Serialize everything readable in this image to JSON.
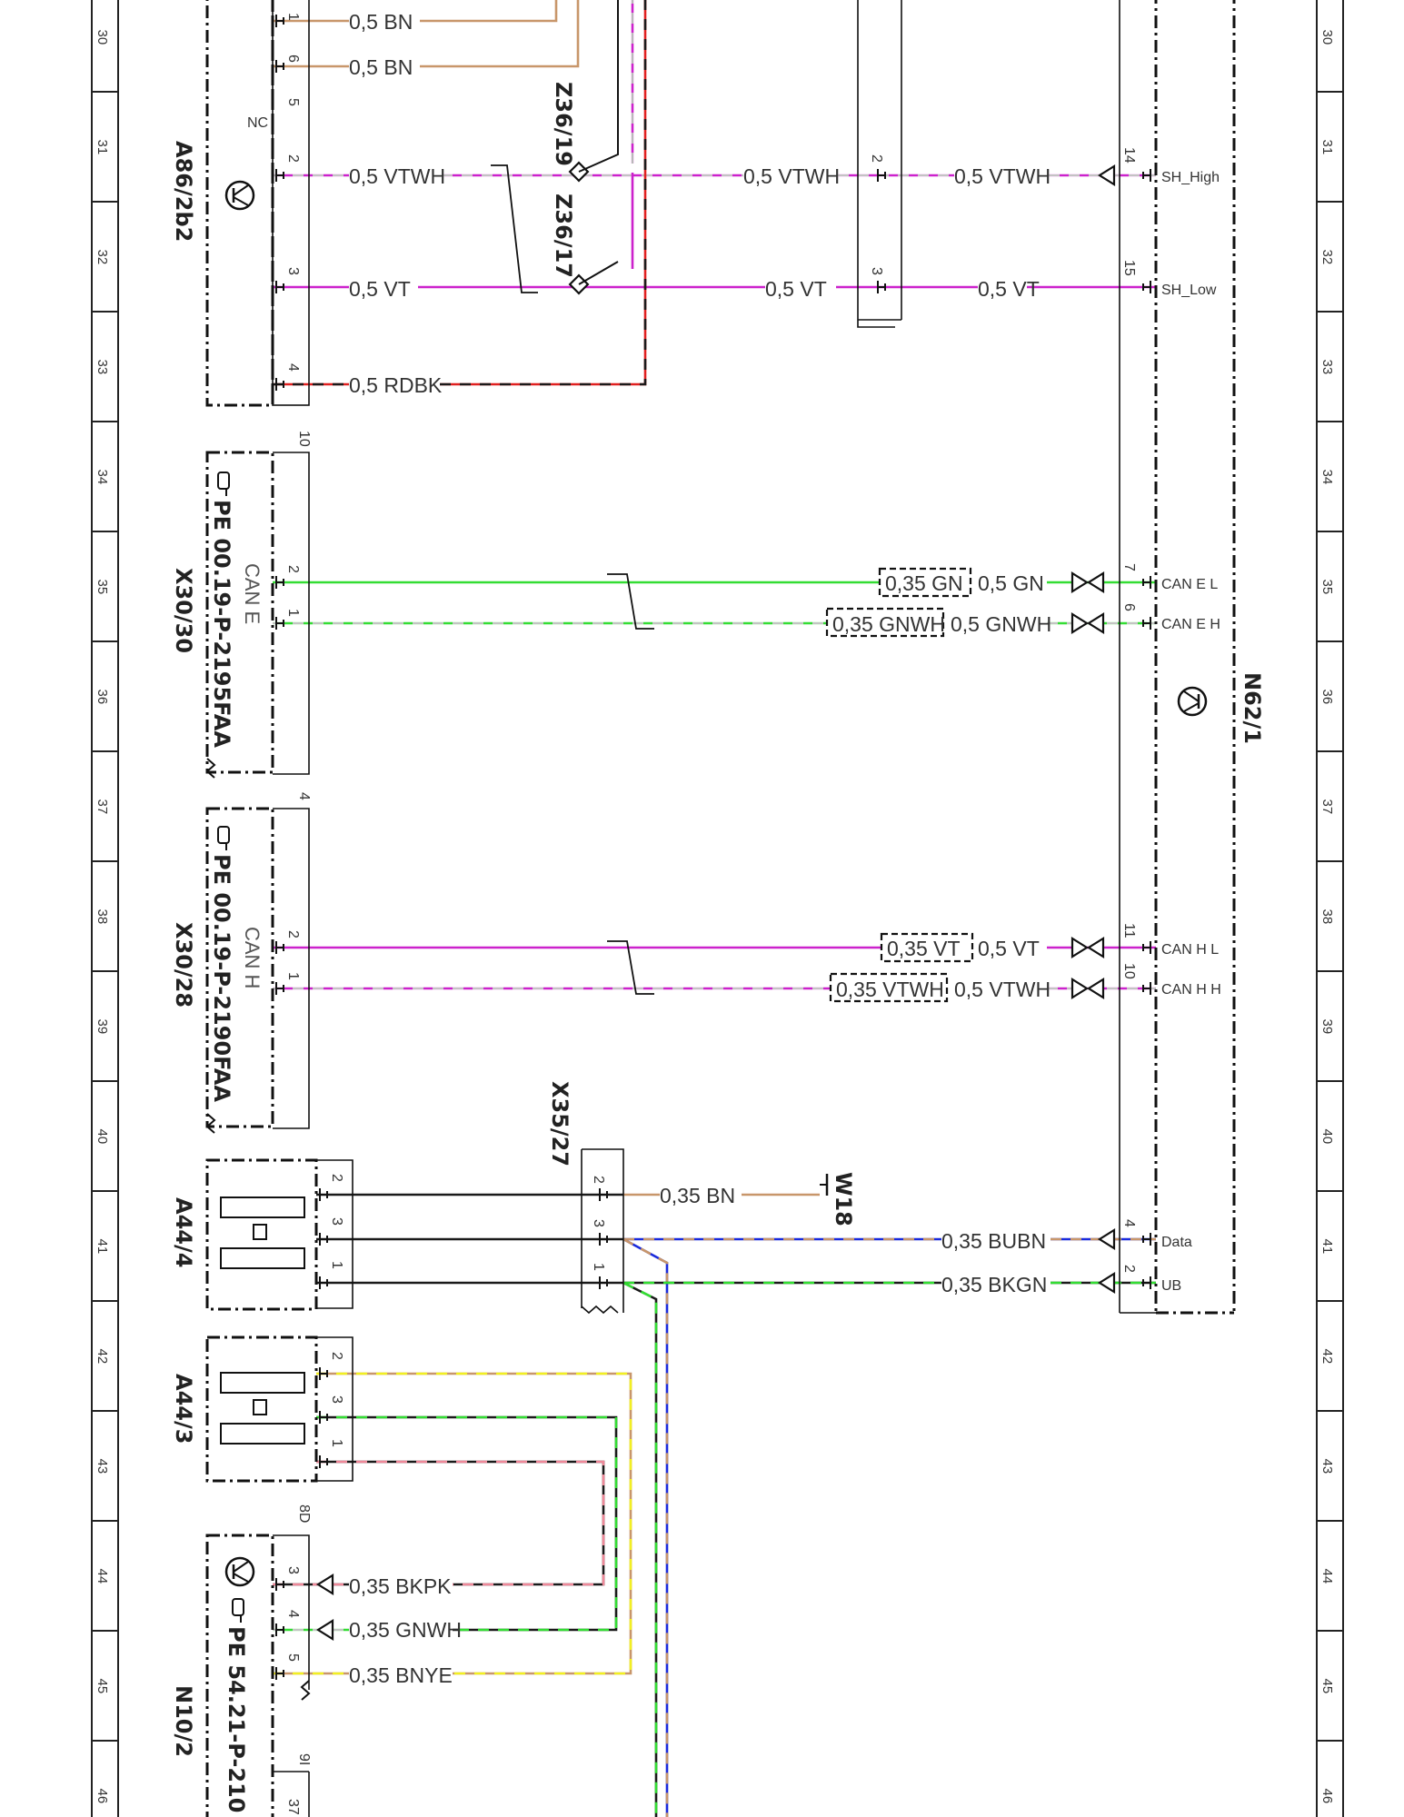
{
  "colors": {
    "BN": "#c8966a",
    "VT": "#cc22cc",
    "WH": "#ffffff",
    "RD": "#e02020",
    "BK": "#1a1a1a",
    "GN": "#33dd33",
    "BU": "#1a2adc",
    "YE": "#f2ef22",
    "PK": "#ee8899"
  },
  "ruler_rows": [
    "30",
    "31",
    "32",
    "33",
    "34",
    "35",
    "36",
    "37",
    "38",
    "39",
    "40",
    "41",
    "42",
    "43",
    "44",
    "45",
    "46"
  ],
  "components": {
    "A86_2b2": "A86/2b2",
    "Z36_19": "Z36/19",
    "Z36_17": "Z36/17",
    "X30_30": "X30/30",
    "X30_30_sub": "CAN E",
    "X30_30_ref": "PE 00.19-P-2195FAA",
    "X30_30_pins": "10",
    "X30_28": "X30/28",
    "X30_28_sub": "CAN H",
    "X30_28_ref": "PE 00.19-P-2190FAA",
    "X30_28_pins": "4",
    "N62_1": "N62/1",
    "X35_27": "X35/27",
    "W18": "W18",
    "A44_4": "A44/4",
    "A44_3": "A44/3",
    "N10_2": "N10/2",
    "N10_2_ref": "PE 54.21-P-210",
    "N10_2_pins": "8D",
    "N10_2_pins2": "9I",
    "NC": "NC"
  },
  "wires": [
    {
      "id": "w1",
      "label": "0,5 BN",
      "color": "BN",
      "pin": "1"
    },
    {
      "id": "w6",
      "label": "0,5 BN",
      "color": "BN",
      "pin": "6"
    },
    {
      "id": "w2",
      "label": "0,5 VTWH",
      "mid_label": "0,5 VTWH",
      "right_label": "0,5 VTWH",
      "color": "VTWH",
      "pin": "2",
      "mid_pin": "2",
      "right_pin": "14",
      "signal": "SH_High"
    },
    {
      "id": "w3",
      "label": "0,5 VT",
      "mid_label": "0,5 VT",
      "right_label": "0,5 VT",
      "color": "VT",
      "pin": "3",
      "mid_pin": "3",
      "right_pin": "15",
      "signal": "SH_Low"
    },
    {
      "id": "w4",
      "label": "0,5 RDBK",
      "color": "RDBK",
      "pin": "4"
    },
    {
      "id": "wcel",
      "box_label": "0,35 GN",
      "right_label": "0,5 GN",
      "color": "GN",
      "pin": "2",
      "right_pin": "7",
      "signal": "CAN E L"
    },
    {
      "id": "wceh",
      "box_label": "0,35 GNWH",
      "right_label": "0,5 GNWH",
      "color": "GNWH",
      "pin": "1",
      "right_pin": "6",
      "signal": "CAN E H"
    },
    {
      "id": "wchl",
      "box_label": "0,35 VT",
      "right_label": "0,5 VT",
      "color": "VT",
      "pin": "2",
      "right_pin": "11",
      "signal": "CAN H L"
    },
    {
      "id": "wchh",
      "box_label": "0,35 VTWH",
      "right_label": "0,5 VTWH",
      "color": "VTWH",
      "pin": "1",
      "right_pin": "10",
      "signal": "CAN H H"
    },
    {
      "id": "wbn35",
      "label": "0,35 BN",
      "color": "BN",
      "pin": "2"
    },
    {
      "id": "wdata",
      "label": "0,35 BUBN",
      "color": "BUBN",
      "pin": "3",
      "right_pin": "4",
      "signal": "Data"
    },
    {
      "id": "wub",
      "label": "0,35 BKGN",
      "color": "BKGN",
      "pin": "1",
      "right_pin": "2",
      "signal": "UB"
    },
    {
      "id": "wbkpk",
      "label": "0,35 BKPK",
      "color": "BKPK",
      "pin": "3"
    },
    {
      "id": "wgnwh",
      "label": "0,35 GNWH",
      "color": "GNWH",
      "pin": "4"
    },
    {
      "id": "wbnye",
      "label": "0,35 BNYE",
      "color": "BNYE",
      "pin": "5"
    }
  ],
  "misc_pins": {
    "a86_nc_pin": "5",
    "x35_pin_2": "2",
    "x35_pin_3": "3",
    "x35_pin_1": "1",
    "a44_4_pin_2": "2",
    "a44_4_pin_3": "3",
    "a44_4_pin_1": "1",
    "a44_3_pin_2": "2",
    "a44_3_pin_3": "3",
    "a44_3_pin_1": "1",
    "n10_pin_37": "37"
  }
}
